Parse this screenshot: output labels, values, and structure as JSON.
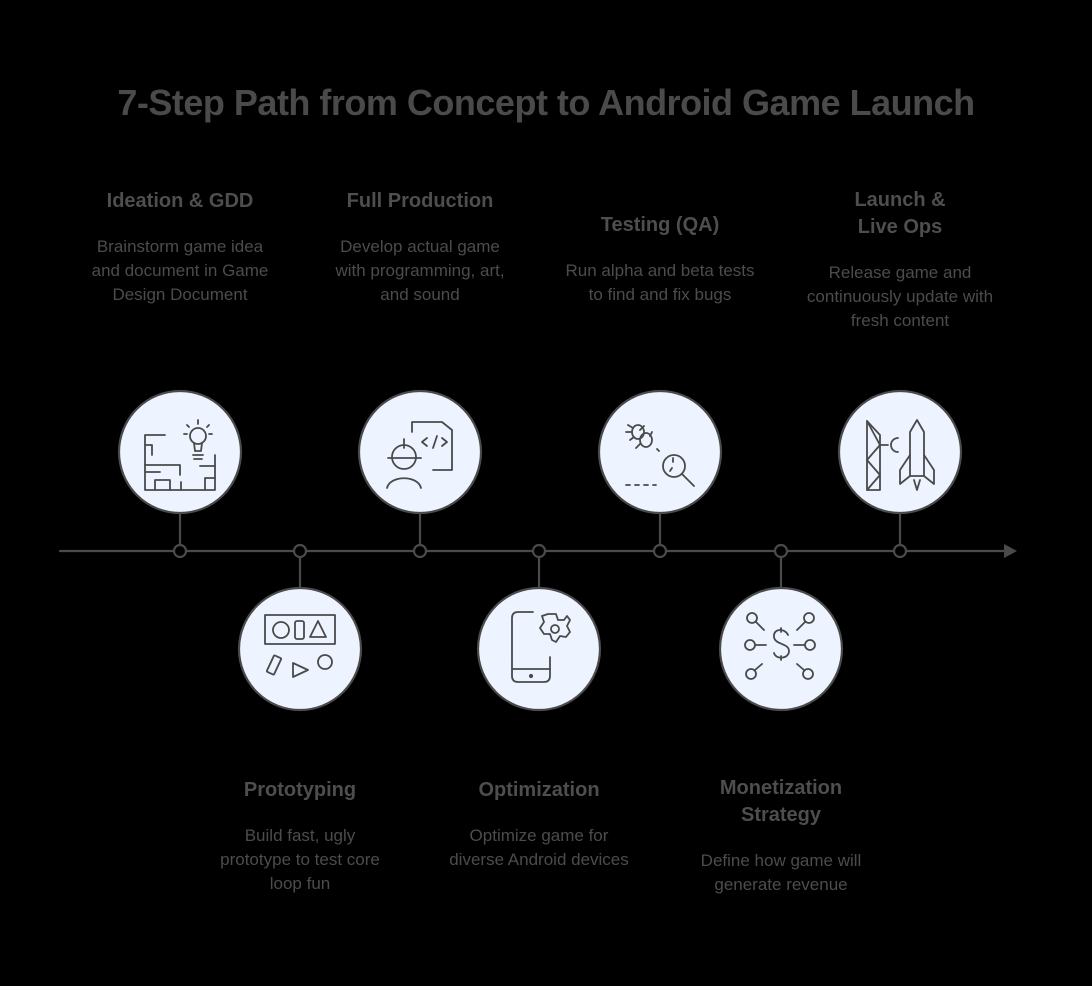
{
  "title": "7-Step Path from Concept to Android Game Launch",
  "colors": {
    "background": "#000000",
    "text": "#4a4a4a",
    "stroke": "#4a4a4a",
    "circle_fill": "#eef4ff"
  },
  "steps": [
    {
      "id": 1,
      "title": "Ideation & GDD",
      "description": "Brainstorm game idea and document in Game Design Document",
      "icon": "blueprint-lightbulb-icon",
      "position": "above"
    },
    {
      "id": 2,
      "title": "Prototyping",
      "description": "Build fast, ugly prototype to test core loop fun",
      "icon": "shapes-icon",
      "position": "below"
    },
    {
      "id": 3,
      "title": "Full Production",
      "description": "Develop actual game with programming, art, and sound",
      "icon": "developer-code-icon",
      "position": "above"
    },
    {
      "id": 4,
      "title": "Optimization",
      "description": "Optimize game for diverse Android devices",
      "icon": "phone-gear-icon",
      "position": "below"
    },
    {
      "id": 5,
      "title": "Testing (QA)",
      "description": "Run alpha and beta tests to find and fix bugs",
      "icon": "bug-magnifier-icon",
      "position": "above"
    },
    {
      "id": 6,
      "title": "Monetization Strategy",
      "description": "Define how game will generate revenue",
      "icon": "dollar-network-icon",
      "position": "below"
    },
    {
      "id": 7,
      "title": "Launch & Live Ops",
      "description": "Release game and continuously update with fresh content",
      "icon": "rocket-launch-icon",
      "position": "above"
    }
  ]
}
